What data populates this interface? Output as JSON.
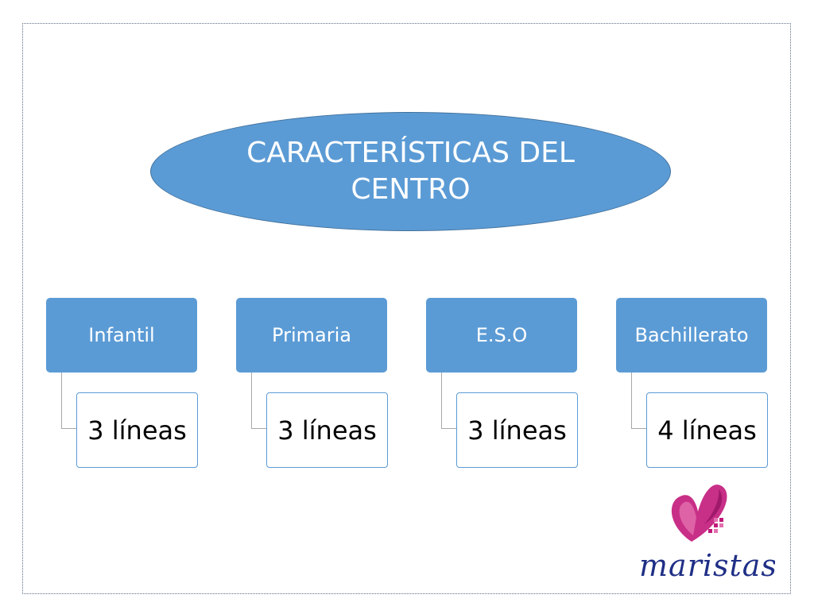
{
  "diagram": {
    "title": "CARACTERÍSTICAS DEL\nCENTRO",
    "columns": [
      {
        "heading": "Infantil",
        "detail": "3 líneas"
      },
      {
        "heading": "Primaria",
        "detail": "3 líneas"
      },
      {
        "heading": "E.S.O",
        "detail": "3 líneas"
      },
      {
        "heading": "Bachillerato",
        "detail": "4 líneas"
      }
    ]
  },
  "logo": {
    "text": "maristas",
    "colors": {
      "heart": "#c2187a",
      "text": "#1f2f86"
    }
  },
  "colors": {
    "accent": "#5b9bd5",
    "accent_border": "#41719c",
    "connector": "#a8a8a8",
    "frame": "#5b6f86"
  }
}
